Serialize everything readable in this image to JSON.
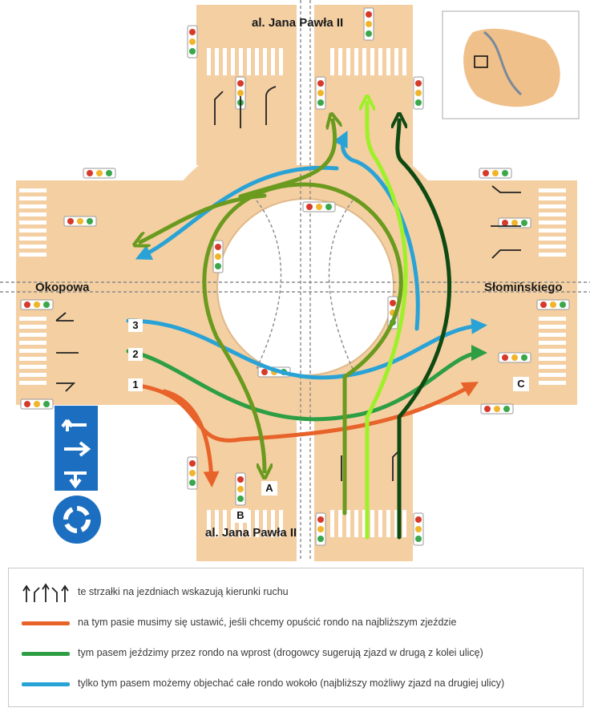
{
  "streets": {
    "north": "al. Jana Pawła II",
    "south": "al. Jana Pawła II",
    "west": "Okopowa",
    "east": "Słomińskiego"
  },
  "lanes": [
    "3",
    "2",
    "1"
  ],
  "points": {
    "a": "A",
    "b": "B",
    "c": "C"
  },
  "colors": {
    "road": "#f4cfa2",
    "orange": "#e8632a",
    "green": "#2e9e44",
    "blue": "#29a3d6",
    "olive": "#6a9a1e",
    "lime": "#9ef028",
    "darkgreen": "#0f4a12"
  },
  "legend": [
    {
      "icon": "lane-arrows-icon",
      "text": "te strzałki na jezdniach wskazują kierunki ruchu"
    },
    {
      "icon": "orange-line",
      "color": "#e8632a",
      "text": "na tym pasie musimy się ustawić, jeśli chcemy opuścić rondo na najbliższym zjeździe"
    },
    {
      "icon": "green-line",
      "color": "#2e9e44",
      "text": "tym pasem jeździmy przez rondo na wprost (drogowcy sugerują zjazd w drugą z kolei ulicę)"
    },
    {
      "icon": "blue-line",
      "color": "#29a3d6",
      "text": "tylko tym pasem możemy objechać całe rondo wokoło (najbliższy możliwy zjazd na drugiej ulicy)"
    }
  ]
}
